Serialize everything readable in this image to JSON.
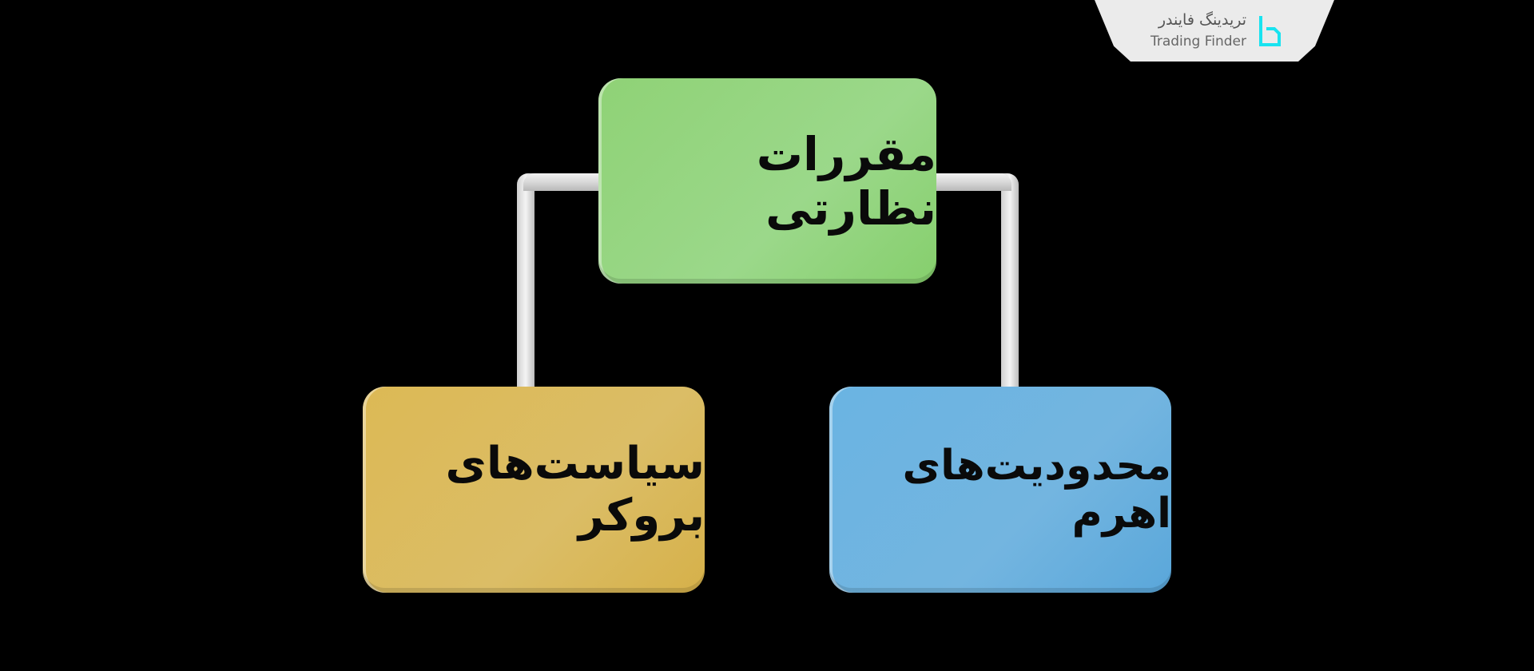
{
  "logo": {
    "name_fa": "تریدینگ فایندر",
    "name_en": "Trading Finder",
    "accent": "#19e3f0"
  },
  "diagram": {
    "root": {
      "label": "مقررات نظارتی",
      "color": "#8fd276"
    },
    "children": [
      {
        "label": "سیاست‌های بروکر",
        "color": "#dcb955"
      },
      {
        "label": "محدودیت‌های اهرم",
        "color": "#6ab4e2"
      }
    ]
  }
}
